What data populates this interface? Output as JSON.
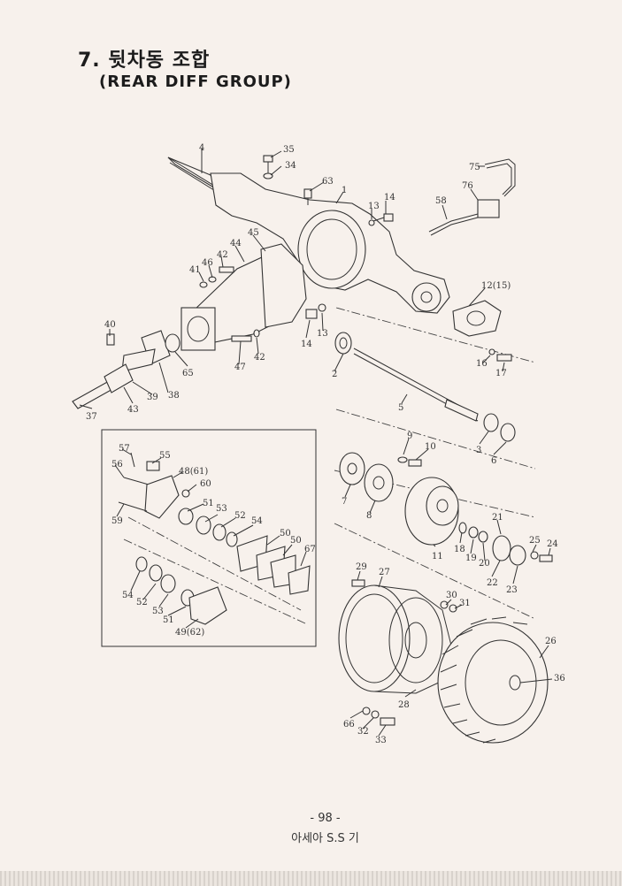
{
  "header": {
    "title": "7. 뒷차동 조합",
    "subtitle": "(REAR DIFF GROUP)"
  },
  "footer": {
    "page_number": "- 98 -",
    "caption": "아세아 S.S 기"
  },
  "callouts": {
    "p4": "4",
    "p35": "35",
    "p34": "34",
    "p63": "63",
    "p1": "1",
    "p14a": "14",
    "p13a": "13",
    "p75": "75",
    "p76": "76",
    "p58": "58",
    "p45": "45",
    "p44": "44",
    "p42a": "42",
    "p46": "46",
    "p41": "41",
    "p12": "12(15)",
    "p14b": "14",
    "p13b": "13",
    "p40": "40",
    "p65": "65",
    "p47": "47",
    "p42b": "42",
    "p2": "2",
    "p16": "16",
    "p17": "17",
    "p38": "38",
    "p39": "39",
    "p43": "43",
    "p37": "37",
    "p5": "5",
    "p9": "9",
    "p10": "10",
    "p3": "3",
    "p6": "6",
    "p57": "57",
    "p55": "55",
    "p56": "56",
    "p4861": "48(61)",
    "p60": "60",
    "p59": "59",
    "p51a": "51",
    "p53a": "53",
    "p52a": "52",
    "p54a": "54",
    "p50a": "50",
    "p50b": "50",
    "p67": "67",
    "p54b": "54",
    "p52b": "52",
    "p53b": "53",
    "p51b": "51",
    "p4962": "49(62)",
    "p7": "7",
    "p8": "8",
    "p11": "11",
    "p21": "21",
    "p18": "18",
    "p19": "19",
    "p20": "20",
    "p25": "25",
    "p24": "24",
    "p22": "22",
    "p23": "23",
    "p29": "29",
    "p27": "27",
    "p30": "30",
    "p31": "31",
    "p26": "26",
    "p36": "36",
    "p28": "28",
    "p66": "66",
    "p32": "32",
    "p33": "33"
  }
}
